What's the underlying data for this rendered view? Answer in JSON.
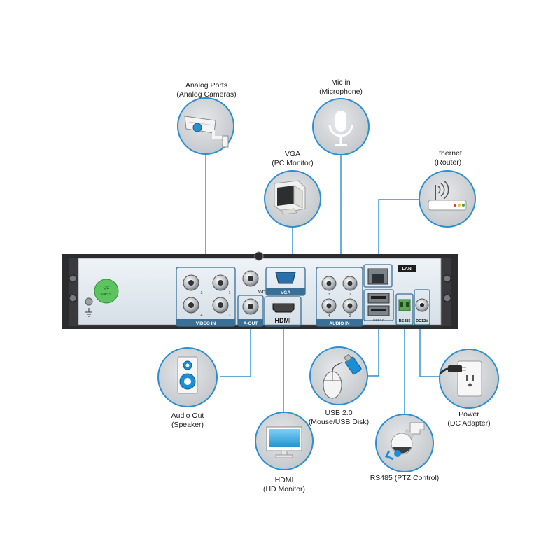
{
  "callouts": {
    "analog": {
      "line1": "Analog Ports",
      "line2": "(Analog Cameras)",
      "icon": "cctv-camera-icon"
    },
    "mic": {
      "line1": "Mic in",
      "line2": "(Microphone)",
      "icon": "microphone-icon"
    },
    "vga": {
      "line1": "VGA",
      "line2": "(PC Monitor)",
      "icon": "crt-monitor-icon"
    },
    "ethernet": {
      "line1": "Ethernet",
      "line2": "(Router)",
      "icon": "wifi-router-icon"
    },
    "audio_out": {
      "line1": "Audio Out",
      "line2": "(Speaker)",
      "icon": "speaker-icon"
    },
    "hdmi": {
      "line1": "HDMI",
      "line2": "(HD  Monitor)",
      "icon": "lcd-monitor-icon"
    },
    "usb": {
      "line1": "USB 2.0",
      "line2": "(Mouse/USB Disk)",
      "icon": "mouse-usb-icon"
    },
    "rs485": {
      "line1": "RS485 (PTZ Control)",
      "icon": "ptz-camera-icon"
    },
    "power": {
      "line1": "Power",
      "line2": "(DC Adapter)",
      "icon": "power-outlet-icon"
    }
  },
  "panel": {
    "video_in": "VIDEO IN",
    "audio_in": "AUDIO IN",
    "a_out": "A-OUT",
    "v_out": "V-OUT",
    "vga": "VGA",
    "hdmi": "HDMI",
    "lan": "LAN",
    "usb": "USB2.0",
    "rs485": "RS485",
    "dc12v": "DC12V",
    "ch3": "3",
    "ch1": "1",
    "ch4": "4",
    "ch2": "2",
    "aud1": "1",
    "aud2": "2",
    "aud3": "3",
    "aud4": "4",
    "qc1": "QC",
    "qc2": "PASS"
  },
  "colors": {
    "accent": "#2b8fd0",
    "circle_bg": "#cfd2d6",
    "panel_face": "#e4ebf1",
    "chassis": "#2c2c2e"
  }
}
